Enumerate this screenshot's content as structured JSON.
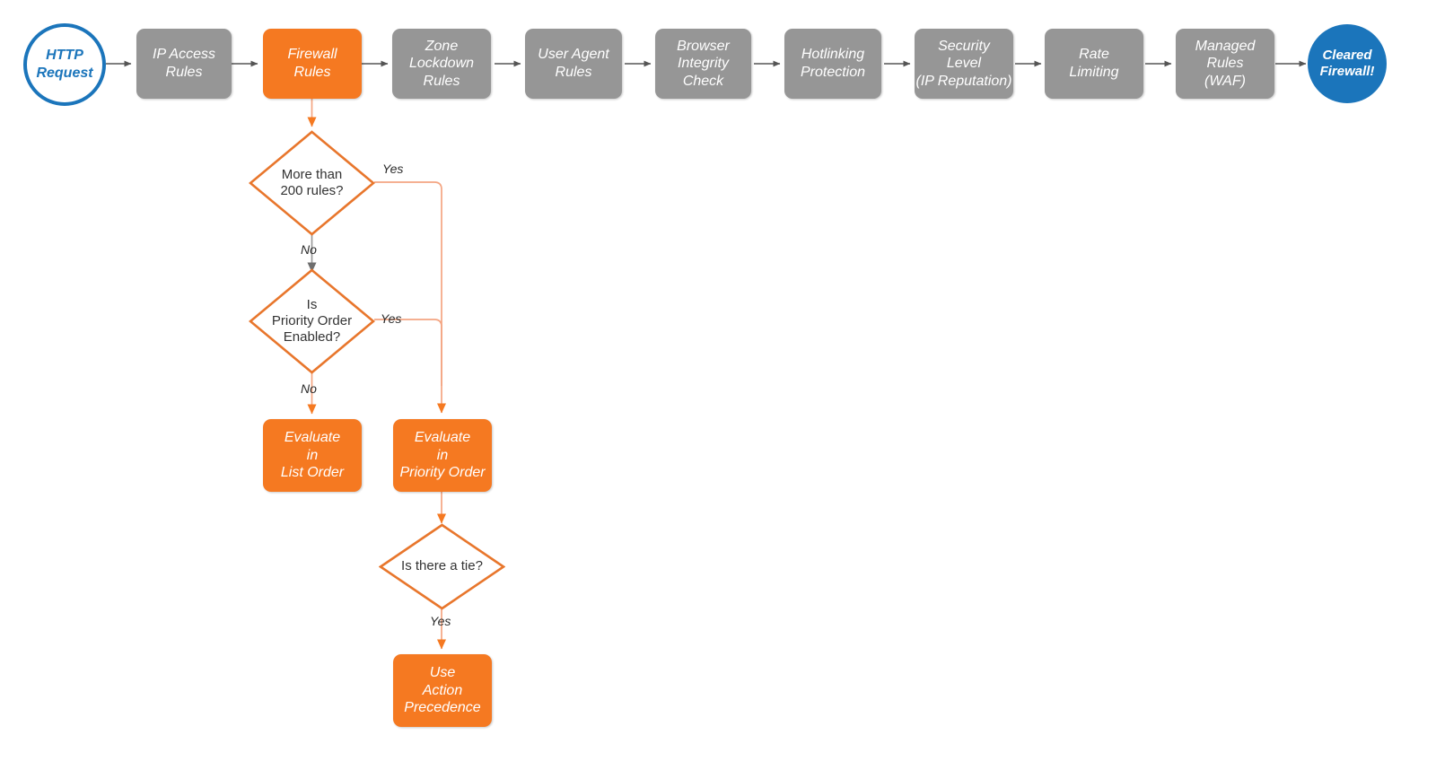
{
  "diagram": {
    "title": "Cloudflare firewall rules evaluation order flowchart",
    "colors": {
      "gray_box": "#969696",
      "orange_box": "#f57921",
      "blue": "#1b75bb",
      "orange_stroke": "#e8762c",
      "salmon_connector": "#f4a582",
      "gray_connector": "#9a9a9a",
      "dark_arrow": "#555555",
      "text_dark": "#333333",
      "white": "#ffffff"
    },
    "pipeline": [
      {
        "id": "http-request",
        "type": "circle-ring",
        "label": "HTTP\nRequest"
      },
      {
        "id": "ip-access-rules",
        "type": "box-gray",
        "label": "IP Access\nRules"
      },
      {
        "id": "firewall-rules",
        "type": "box-orange",
        "label": "Firewall\nRules"
      },
      {
        "id": "zone-lockdown-rules",
        "type": "box-gray",
        "label": "Zone\nLockdown\nRules"
      },
      {
        "id": "user-agent-rules",
        "type": "box-gray",
        "label": "User Agent\nRules"
      },
      {
        "id": "browser-integrity-check",
        "type": "box-gray",
        "label": "Browser\nIntegrity\nCheck"
      },
      {
        "id": "hotlinking-protection",
        "type": "box-gray",
        "label": "Hotlinking\nProtection"
      },
      {
        "id": "security-level",
        "type": "box-gray",
        "label": "Security\nLevel\n(IP Reputation)"
      },
      {
        "id": "rate-limiting",
        "type": "box-gray",
        "label": "Rate\nLimiting"
      },
      {
        "id": "managed-rules-waf",
        "type": "box-gray",
        "label": "Managed\nRules\n(WAF)"
      },
      {
        "id": "cleared-firewall",
        "type": "circle-filled",
        "label": "Cleared\nFirewall!"
      }
    ],
    "decisions": [
      {
        "id": "more-than-200-rules",
        "label": "More than\n200 rules?"
      },
      {
        "id": "is-priority-order-enabled",
        "label": "Is\nPriority Order\nEnabled?"
      },
      {
        "id": "is-there-a-tie",
        "label": "Is there a tie?"
      }
    ],
    "outcomes": [
      {
        "id": "evaluate-in-list-order",
        "label": "Evaluate\nin\nList Order"
      },
      {
        "id": "evaluate-in-priority-order",
        "label": "Evaluate\nin\nPriority Order"
      },
      {
        "id": "use-action-precedence",
        "label": "Use\nAction\nPrecedence"
      }
    ],
    "edge_labels": {
      "yes_200_rules": "Yes",
      "no_200_rules": "No",
      "yes_priority_order": "Yes",
      "no_priority_order": "No",
      "yes_tie": "Yes"
    }
  }
}
